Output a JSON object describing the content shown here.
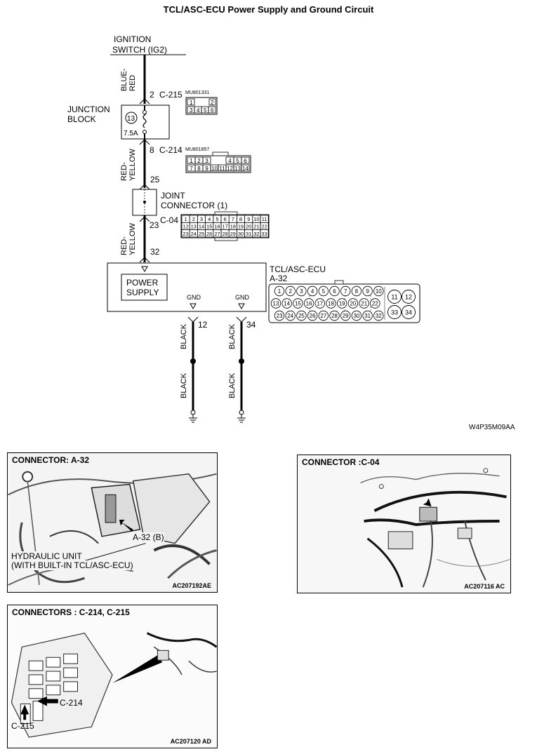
{
  "title": "TCL/ASC-ECU Power Supply and Ground Circuit",
  "ignition_switch": [
    "IGNITION",
    "SWITCH (IG2)"
  ],
  "junction_block": {
    "label": [
      "JUNCTION",
      "BLOCK"
    ],
    "fuse_number": "13",
    "fuse_rating": "7.5A"
  },
  "joint_connector": [
    "JOINT",
    "CONNECTOR (1)"
  ],
  "ecu": {
    "label": "TCL/ASC-ECU",
    "connector": "A-32",
    "power_label": [
      "POWER",
      "SUPPLY"
    ],
    "gnd_label": "GND"
  },
  "wires": {
    "w1_color": [
      "BLUE-",
      "RED"
    ],
    "w2_color": [
      "RED-",
      "YELLOW"
    ],
    "w3_color": [
      "RED-",
      "YELLOW"
    ],
    "ground_color": "BLACK"
  },
  "connectors": {
    "c215": {
      "pin": "2",
      "name": "C-215",
      "part": "MU801331",
      "pins_row1": [
        "1",
        "",
        "2"
      ],
      "pins_row2": [
        "3",
        "4",
        "5",
        "6"
      ]
    },
    "c214": {
      "pin": "8",
      "name": "C-214",
      "part": "MU801857",
      "pins_row1": [
        "1",
        "2",
        "3",
        "",
        "4",
        "5",
        "6"
      ],
      "pins_row2": [
        "7",
        "8",
        "9",
        "10",
        "11",
        "12",
        "13",
        "14"
      ]
    },
    "jc_in_pin": "25",
    "c04": {
      "pin": "23",
      "name": "C-04",
      "rows": [
        [
          "1",
          "2",
          "3",
          "4",
          "5",
          "6",
          "7",
          "8",
          "9",
          "10",
          "11"
        ],
        [
          "12",
          "13",
          "14",
          "15",
          "16",
          "17",
          "18",
          "19",
          "20",
          "21",
          "22"
        ],
        [
          "23",
          "24",
          "25",
          "26",
          "27",
          "28",
          "29",
          "30",
          "31",
          "32",
          "33"
        ]
      ]
    },
    "ecu_in_pin": "32",
    "gnd_pins": [
      "12",
      "34"
    ],
    "a32_rows": [
      [
        "1",
        "2",
        "3",
        "4",
        "5",
        "6",
        "7",
        "8",
        "9",
        "10"
      ],
      [
        "13",
        "14",
        "15",
        "16",
        "17",
        "18",
        "19",
        "20",
        "21",
        "22"
      ],
      [
        "23",
        "24",
        "25",
        "26",
        "27",
        "28",
        "29",
        "30",
        "31",
        "32"
      ]
    ],
    "a32_big": [
      "11",
      "12",
      "33",
      "34"
    ]
  },
  "diagram_code": "W4P35M09AA",
  "photo_a32": {
    "header": "CONNECTOR: A-32",
    "callout": "A-32 (B)",
    "unit_label": [
      "HYDRAULIC UNIT",
      "(WITH BUILT-IN TCL/ASC-ECU)"
    ],
    "code": "AC207192AE"
  },
  "photo_c04": {
    "header": "CONNECTOR :C-04",
    "code": "AC207116 AC"
  },
  "photo_c214": {
    "header": "CONNECTORS : C-214, C-215",
    "callout_214": "C-214",
    "callout_215": "C-215",
    "code": "AC207120 AD"
  }
}
